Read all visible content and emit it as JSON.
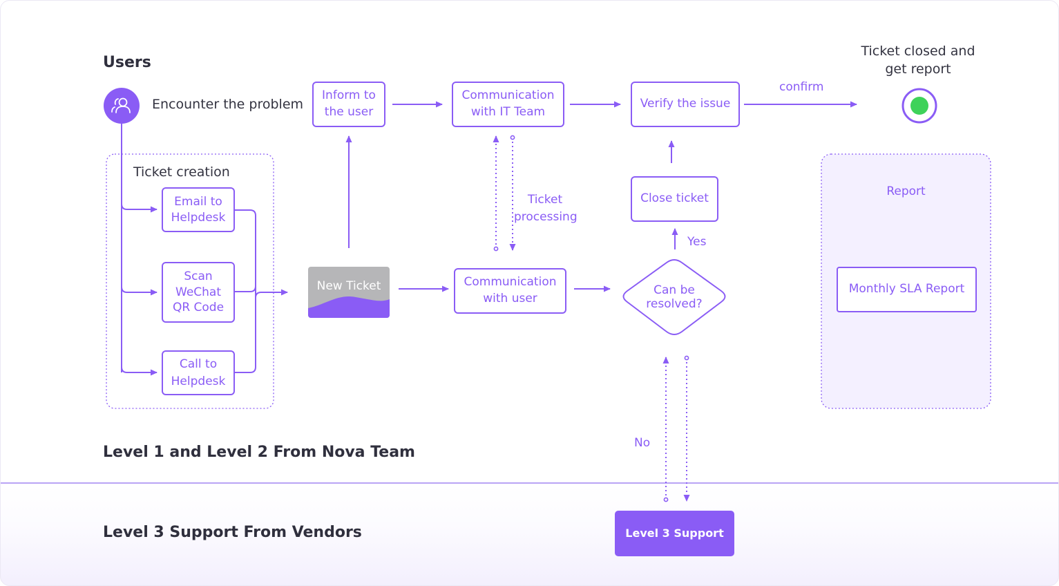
{
  "lanes": {
    "users": "Users",
    "nova": "Level 1 and Level 2 From Nova Team",
    "vendors": "Level 3 Support From Vendors"
  },
  "start": {
    "label": "Encounter the problem",
    "icon": "users-icon"
  },
  "ticket_creation": {
    "title": "Ticket creation",
    "email": "Email to\nHelpdesk",
    "scan": "Scan\nWeChat\nQR Code",
    "call": "Call to\nHelpdesk"
  },
  "nodes": {
    "new_ticket": "New Ticket",
    "inform_user": "Inform to\nthe user",
    "comm_it": "Communication\nwith IT Team",
    "comm_user": "Communication\nwith user",
    "verify": "Verify the issue",
    "close": "Close ticket",
    "decision": "Can be\nresolved?",
    "level3": "Level 3 Support"
  },
  "edge_labels": {
    "ticket_processing": "Ticket\nprocessing",
    "confirm": "confirm",
    "yes": "Yes",
    "no": "No"
  },
  "end": {
    "label": "Ticket closed and\nget report"
  },
  "report": {
    "title": "Report",
    "monthly": "Monthly SLA Report"
  },
  "colors": {
    "accent": "#8a5cf5",
    "end_fill": "#3ed25a",
    "new_ticket_top": "#b6b6b8"
  }
}
